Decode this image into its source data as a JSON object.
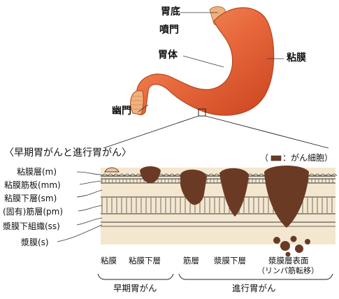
{
  "organ_labels": {
    "fundus": "胃底",
    "cardia": "噴門",
    "body": "胃体",
    "mucosa": "粘膜",
    "pylorus": "幽門"
  },
  "section_title": "〈早期胃がんと進行胃がん〉",
  "legend": {
    "prefix": "（",
    "text": "：がん細胞）"
  },
  "layers": [
    "粘膜層(m)",
    "粘膜筋板(mm)",
    "粘膜下層(sm)",
    "(固有)筋層(pm)",
    "漿膜下組織(ss)",
    "漿膜(s)"
  ],
  "stages": [
    {
      "label": "粘膜"
    },
    {
      "label": "粘膜下層"
    },
    {
      "label": "筋層"
    },
    {
      "label": "漿膜下層"
    },
    {
      "label": "漿膜層表面",
      "note": "（リンパ筋転移）"
    }
  ],
  "groups": {
    "early": "早期胃がん",
    "advanced": "進行胃がん"
  },
  "colors": {
    "stomach": "#e8683c",
    "tumor": "#6b3a25",
    "tissue": "#f4e7cf",
    "line": "#3a3a3a"
  }
}
